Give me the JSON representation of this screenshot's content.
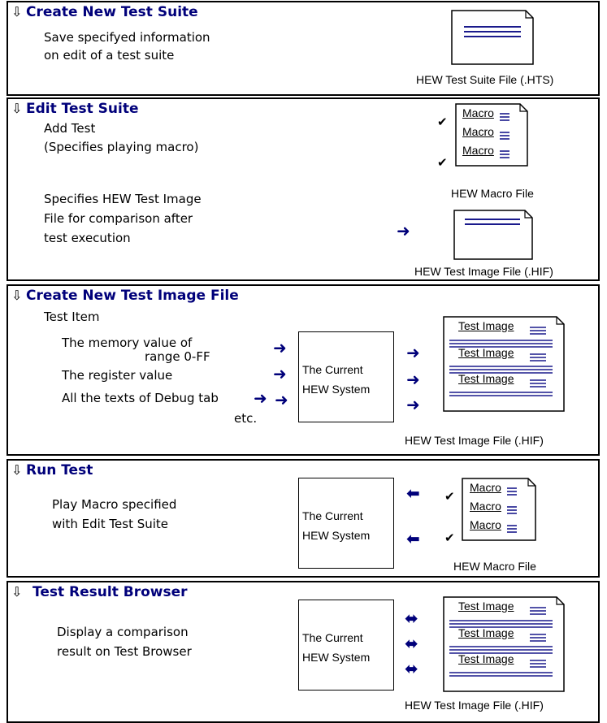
{
  "panels": [
    {
      "title": "Create New Test Suite",
      "lines": [
        "Save specifyed information",
        "on edit of a test suite"
      ],
      "caption": "HEW Test Suite File (.HTS)"
    },
    {
      "title": "Edit Test Suite",
      "lines": [
        "Add Test",
        "(Specifies playing macro)",
        "Specifies HEW Test Image",
        "File for comparison after",
        "test execution"
      ],
      "macro_caption": "HEW Macro File",
      "image_caption": "HEW Test Image File (.HIF)"
    },
    {
      "title": "Create New Test Image File",
      "lines": [
        "Test Item",
        "The memory value of",
        "range 0-FF",
        "The register value",
        "All the texts of Debug tab",
        "etc."
      ],
      "system_label": [
        "The Current",
        "HEW System"
      ],
      "caption": "HEW Test Image File (.HIF)"
    },
    {
      "title": "Run Test",
      "lines": [
        "Play Macro specified",
        "with Edit Test Suite"
      ],
      "system_label": [
        "The Current",
        "HEW System"
      ],
      "caption": "HEW Macro File"
    },
    {
      "title": "Test Result Browser",
      "lines": [
        "Display a comparison",
        "result on Test Browser"
      ],
      "system_label": [
        "The Current",
        "HEW System"
      ],
      "caption": "HEW Test Image File (.HIF)"
    }
  ],
  "doc_items": {
    "macro": "Macro",
    "test_image": "Test Image"
  },
  "colors": {
    "title": "#00007a",
    "arrow": "#00007a",
    "line": "#1a1a8c"
  },
  "icons": {
    "section": "outline-down-arrow-icon",
    "check": "check-icon"
  }
}
